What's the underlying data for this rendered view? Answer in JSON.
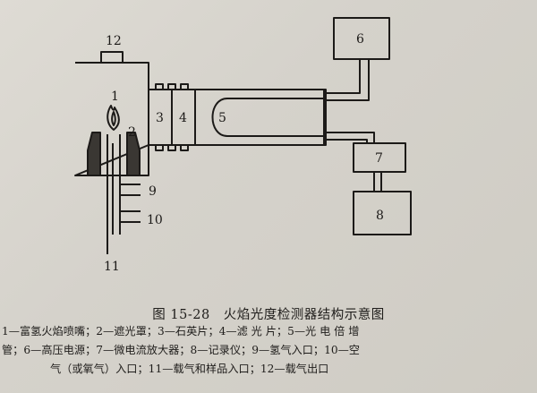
{
  "labels": {
    "n1": "1",
    "n2": "2",
    "n3": "3",
    "n4": "4",
    "n5": "5",
    "n6": "6",
    "n7": "7",
    "n8": "8",
    "n9": "9",
    "n10": "10",
    "n11": "11",
    "n12": "12"
  },
  "caption": "图 15-28　火焰光度检测器结构示意图",
  "legend": {
    "line1": "1—富氢火焰喷嘴；2—遮光罩；3—石英片；4—滤 光 片；5—光 电 倍 增",
    "line2": "管；6—高压电源；7—微电流放大器；8—记录仪；9—氢气入口；10—空",
    "line3": "气（或氧气）入口；11—载气和样品入口；12—载气出口"
  }
}
